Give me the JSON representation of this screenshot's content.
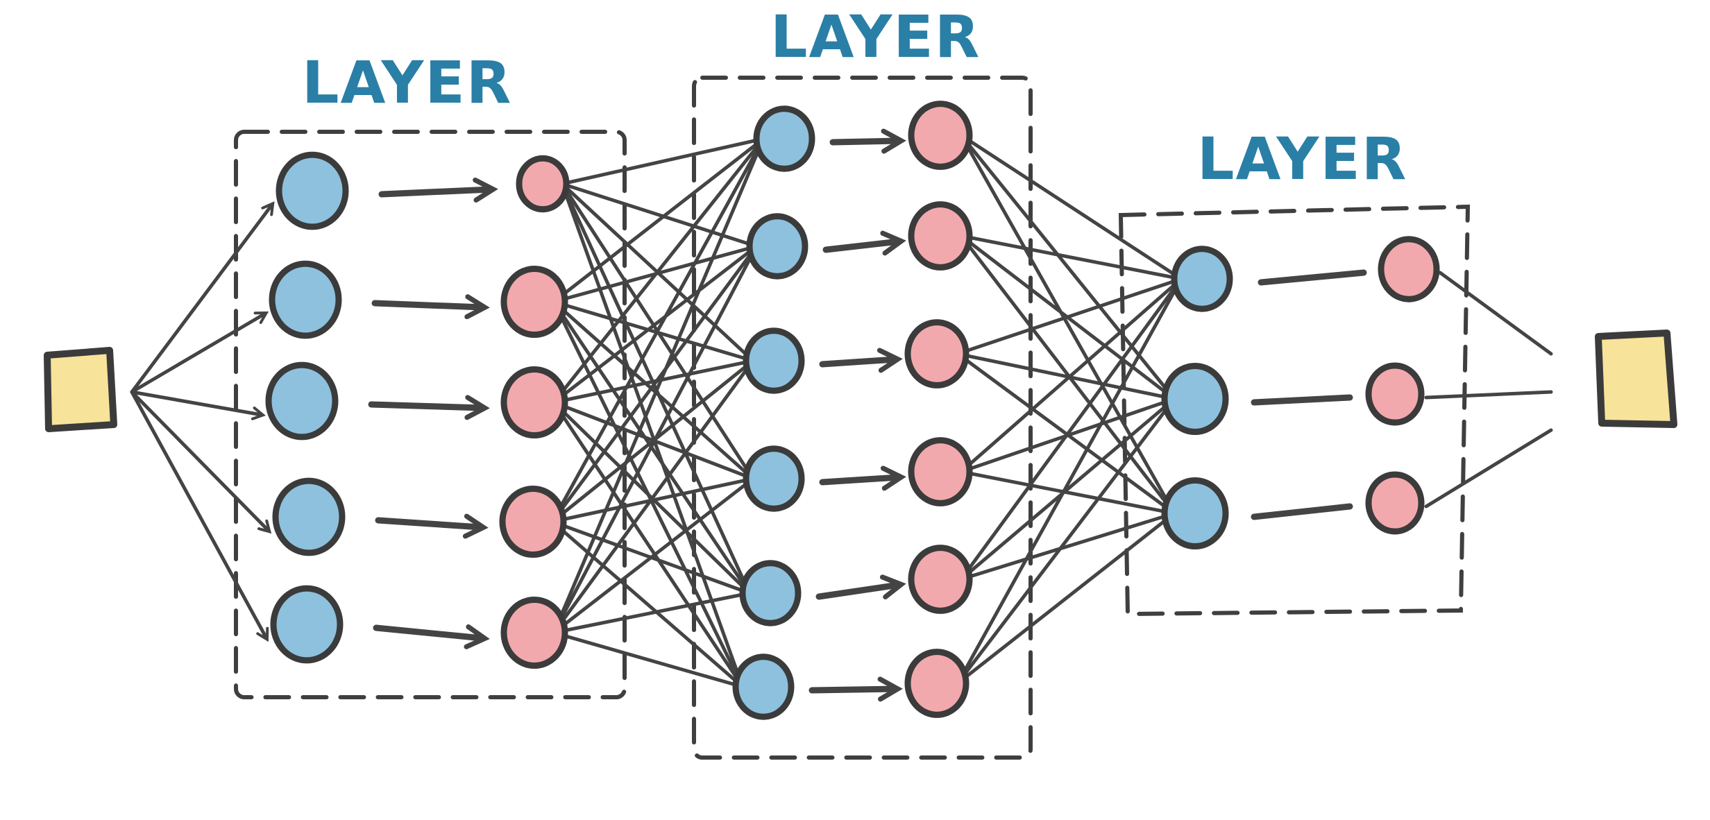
{
  "labels": {
    "layer_1": "LAYER",
    "layer_2": "LAYER",
    "layer_3": "LAYER"
  },
  "colors": {
    "blue_node": "#8ec1dd",
    "red_node": "#f2a9ad",
    "terminal": "#f7e39a",
    "label": "#2a7fa6",
    "ink": "#3f3f3f"
  }
}
